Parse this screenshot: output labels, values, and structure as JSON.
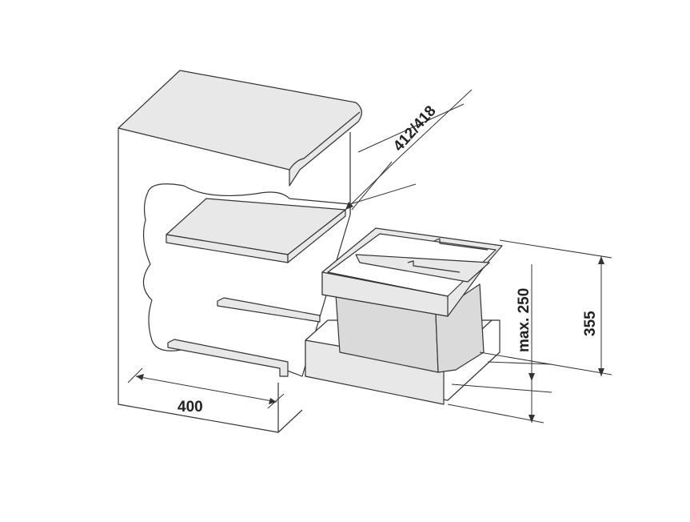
{
  "diagram": {
    "dimensions": {
      "depth": "412/418",
      "height_max": "max. 250",
      "height": "355",
      "width": "400"
    },
    "colors": {
      "line": "#333333",
      "panel": "#e8e8e8",
      "bin": "#dadada"
    }
  }
}
